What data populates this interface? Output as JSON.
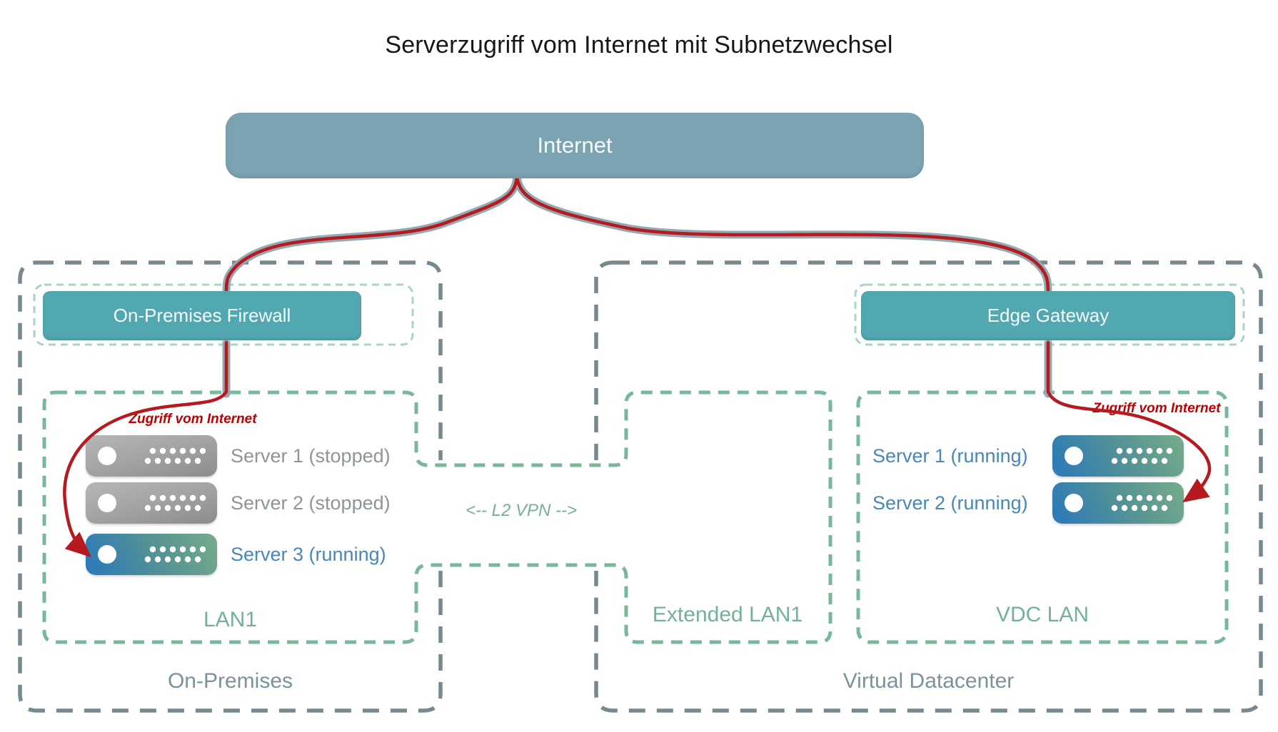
{
  "title": "Serverzugriff vom Internet mit Subnetzwechsel",
  "internet": {
    "label": "Internet"
  },
  "l2vpn": {
    "label": "<-- L2 VPN -->"
  },
  "on_premises": {
    "label": "On-Premises",
    "firewall_label": "On-Premises Firewall",
    "access_label": "Zugriff vom Internet",
    "lan1": {
      "label": "LAN1",
      "servers": [
        {
          "name": "Server 1 (stopped)",
          "status": "stopped"
        },
        {
          "name": "Server 2 (stopped)",
          "status": "stopped"
        },
        {
          "name": "Server 3 (running)",
          "status": "running"
        }
      ]
    }
  },
  "virtual_datacenter": {
    "label": "Virtual Datacenter",
    "gateway_label": "Edge Gateway",
    "access_label": "Zugriff vom Internet",
    "extended_lan1": {
      "label": "Extended LAN1"
    },
    "vdc_lan": {
      "label": "VDC LAN",
      "servers": [
        {
          "name": "Server 1 (running)",
          "status": "running"
        },
        {
          "name": "Server 2 (running)",
          "status": "running"
        }
      ]
    }
  },
  "colors": {
    "internet_box": "#7BA3B1",
    "gateway_box": "#52A8B0",
    "site_border": "#76898F",
    "site_label": "#7C929B",
    "lan_border": "#79B79B",
    "lan_label": "#74B295",
    "link_gray": "#93AAB4",
    "link_red": "#B6191E",
    "annotation_red": "#C00000",
    "server_running_blue": "#2F7CB5",
    "server_running_green": "#74AA8B",
    "server_stopped_gray": "#9B9B9B",
    "label_running": "#4787BA",
    "label_stopped": "#8D959B"
  }
}
